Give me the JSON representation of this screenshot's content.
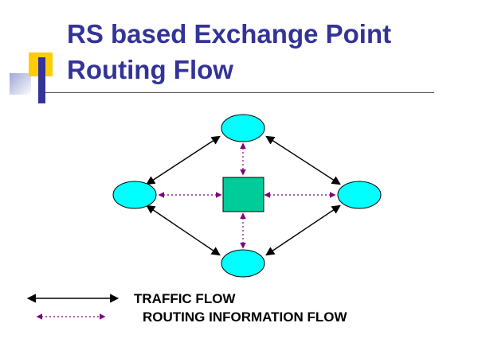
{
  "slide": {
    "title_line1": "RS based Exchange Point",
    "title_line2": "Routing Flow"
  },
  "legend": {
    "traffic_flow": "TRAFFIC FLOW",
    "routing_information_flow": "ROUTING INFORMATION FLOW"
  },
  "colors": {
    "title_text": "#333399",
    "network_node_fill": "#00FFFF",
    "route_server_fill": "#00CC99",
    "traffic_arrow": "#000000",
    "routing_arrow": "#800080",
    "accent_yellow": "#FFCC00",
    "accent_blue": "#333399"
  },
  "diagram": {
    "nodes": [
      {
        "name": "top-network-ellipse",
        "shape": "ellipse"
      },
      {
        "name": "left-network-ellipse",
        "shape": "ellipse"
      },
      {
        "name": "right-network-ellipse",
        "shape": "ellipse"
      },
      {
        "name": "bottom-network-ellipse",
        "shape": "ellipse"
      },
      {
        "name": "route-server-box",
        "shape": "rectangle"
      }
    ],
    "traffic_arrows_count": 4,
    "routing_arrows_count": 4
  }
}
